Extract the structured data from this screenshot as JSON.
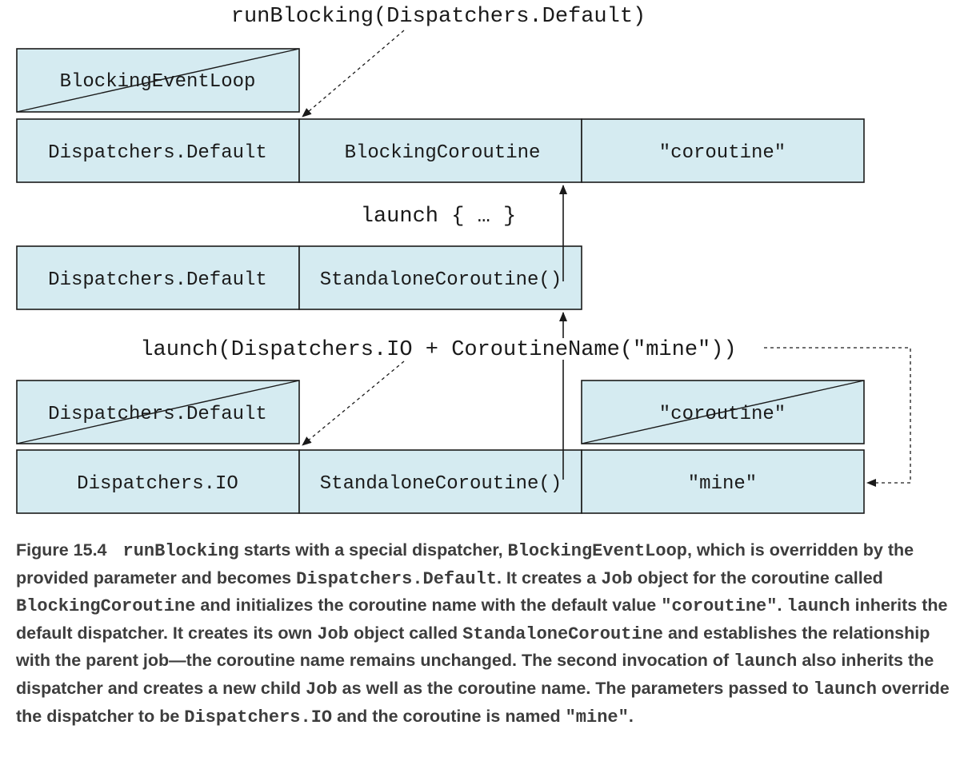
{
  "diagram": {
    "labels": {
      "run_blocking": "runBlocking(Dispatchers.Default)",
      "launch_simple": "launch { … }",
      "launch_params": "launch(Dispatchers.IO + CoroutineName(\"mine\"))"
    },
    "row1_overridden": {
      "dispatcher": "BlockingEventLoop"
    },
    "row1": {
      "dispatcher": "Dispatchers.Default",
      "job": "BlockingCoroutine",
      "name": "\"coroutine\""
    },
    "row2": {
      "dispatcher": "Dispatchers.Default",
      "job": "StandaloneCoroutine()"
    },
    "row3_overridden": {
      "dispatcher": "Dispatchers.Default",
      "name": "\"coroutine\""
    },
    "row3": {
      "dispatcher": "Dispatchers.IO",
      "job": "StandaloneCoroutine()",
      "name": "\"mine\""
    },
    "colors": {
      "cell_fill": "#d5ebf1",
      "stroke": "#1a1a1a",
      "caption_text": "#3d3d3d"
    }
  },
  "caption": {
    "figure_label": "Figure 15.4",
    "segments": [
      {
        "code": true,
        "text": "runBlocking"
      },
      {
        "code": false,
        "text": " starts with a special dispatcher, "
      },
      {
        "code": true,
        "text": "BlockingEventLoop"
      },
      {
        "code": false,
        "text": ", which is overridden by the provided parameter and becomes "
      },
      {
        "code": true,
        "text": "Dispatchers.Default"
      },
      {
        "code": false,
        "text": ". It creates a "
      },
      {
        "code": true,
        "text": "Job"
      },
      {
        "code": false,
        "text": " object for the coroutine called "
      },
      {
        "code": true,
        "text": "BlockingCoroutine"
      },
      {
        "code": false,
        "text": " and initializes the coroutine name with the default value "
      },
      {
        "code": true,
        "text": "\"coroutine\""
      },
      {
        "code": false,
        "text": ". "
      },
      {
        "code": true,
        "text": "launch"
      },
      {
        "code": false,
        "text": " inherits the default dispatcher. It creates its own "
      },
      {
        "code": true,
        "text": "Job"
      },
      {
        "code": false,
        "text": " object called "
      },
      {
        "code": true,
        "text": "StandaloneCoroutine"
      },
      {
        "code": false,
        "text": " and establishes the relationship with the parent job—the coroutine name remains unchanged. The second invocation of "
      },
      {
        "code": true,
        "text": "launch"
      },
      {
        "code": false,
        "text": " also inherits the dispatcher and creates a new child "
      },
      {
        "code": true,
        "text": "Job"
      },
      {
        "code": false,
        "text": " as well as the coroutine name. The parameters passed to "
      },
      {
        "code": true,
        "text": "launch"
      },
      {
        "code": false,
        "text": " override the dispatcher to be "
      },
      {
        "code": true,
        "text": "Dispatchers.IO"
      },
      {
        "code": false,
        "text": " and the coroutine is named "
      },
      {
        "code": true,
        "text": "\"mine\""
      },
      {
        "code": false,
        "text": "."
      }
    ]
  }
}
